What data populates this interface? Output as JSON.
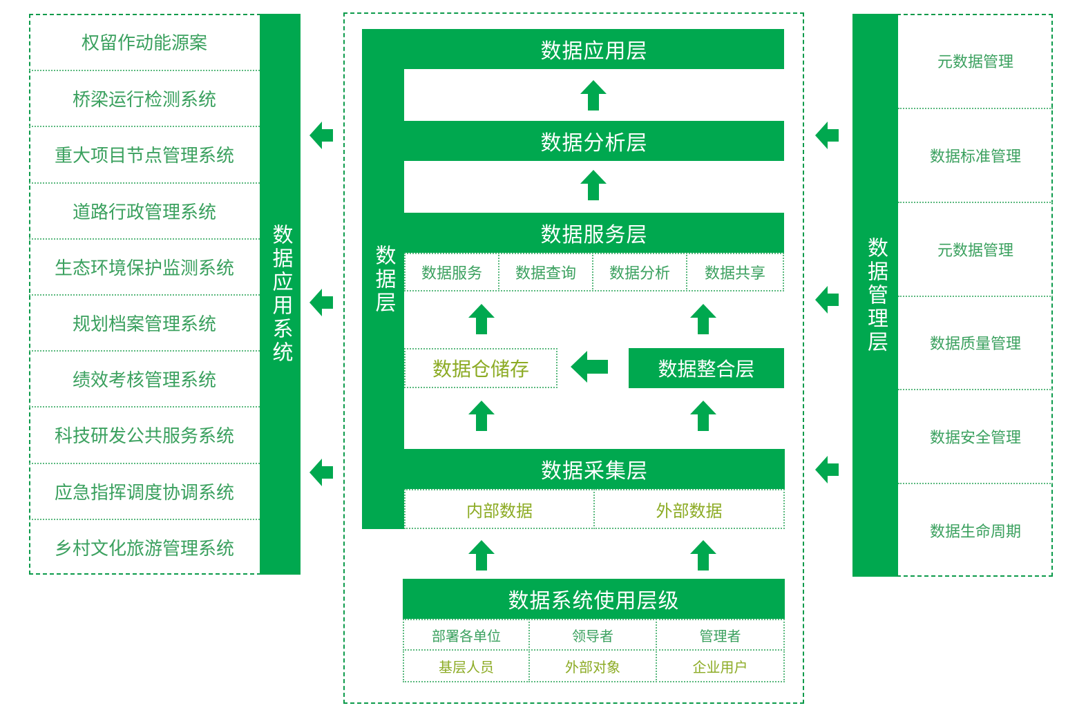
{
  "left_panel": {
    "title": "数据应用系统",
    "items": [
      "权留作动能源案",
      "桥梁运行检测系统",
      "重大项目节点管理系统",
      "道路行政管理系统",
      "生态环境保护监测系统",
      "规划档案管理系统",
      "绩效考核管理系统",
      "科技研发公共服务系统",
      "应急指挥调度协调系统",
      "乡村文化旅游管理系统"
    ]
  },
  "right_panel": {
    "title": "数据管理层",
    "items": [
      "元数据管理",
      "数据标准管理",
      "元数据管理",
      "数据质量管理",
      "数据安全管理",
      "数据生命周期"
    ]
  },
  "center": {
    "side_band": "数据层",
    "app_layer": "数据应用层",
    "analysis_layer": "数据分析层",
    "service_layer": "数据服务层",
    "service_items": [
      "数据服务",
      "数据查询",
      "数据分析",
      "数据共享"
    ],
    "warehouse": "数据仓储存",
    "integration": "数据整合层",
    "collection_layer": "数据采集层",
    "collection_items": [
      "内部数据",
      "外部数据"
    ],
    "usage_layer": "数据系统使用层级",
    "usage_items": [
      "部署各单位",
      "领导者",
      "管理者",
      "基层人员",
      "外部对象",
      "企业用户"
    ]
  },
  "colors": {
    "primary_green": "#00a84f",
    "label_green": "#3aa05e",
    "olive": "#8cab24"
  }
}
